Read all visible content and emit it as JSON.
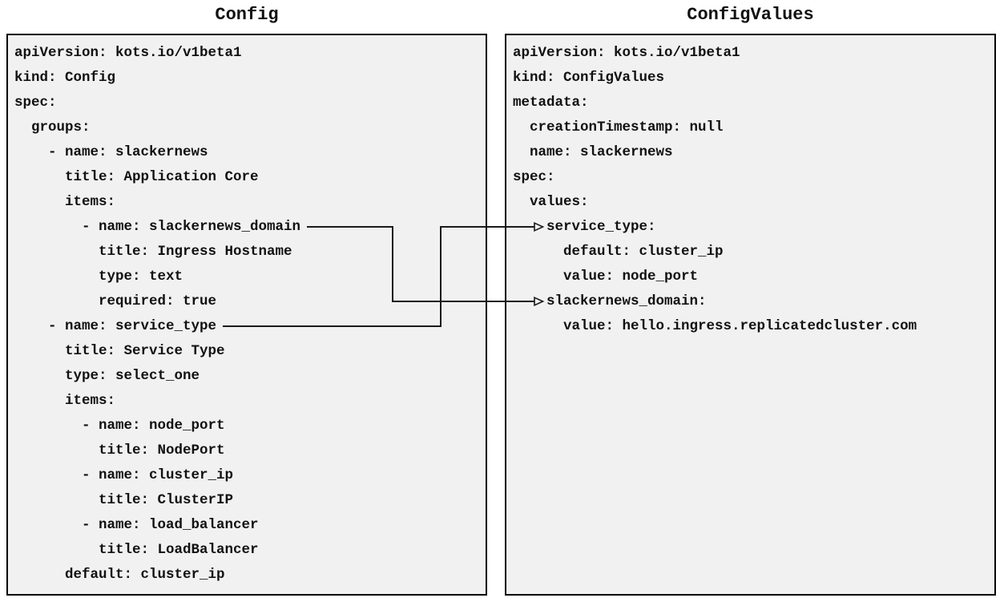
{
  "diagram": {
    "colors": {
      "panel_background": "#f1f1f2",
      "panel_border": "#000000",
      "text": "#111111",
      "connector_line": "#1a1a1a"
    },
    "config_panel": {
      "title": "Config",
      "lines": [
        "apiVersion: kots.io/v1beta1",
        "kind: Config",
        "spec:",
        "  groups:",
        "    - name: slackernews",
        "      title: Application Core",
        "      items:",
        "        - name: slackernews_domain",
        "          title: Ingress Hostname",
        "          type: text",
        "          required: true",
        "    - name: service_type",
        "      title: Service Type",
        "      type: select_one",
        "      items:",
        "        - name: node_port",
        "          title: NodePort",
        "        - name: cluster_ip",
        "          title: ClusterIP",
        "        - name: load_balancer",
        "          title: LoadBalancer",
        "      default: cluster_ip"
      ]
    },
    "config_values_panel": {
      "title": "ConfigValues",
      "lines": [
        "apiVersion: kots.io/v1beta1",
        "kind: ConfigValues",
        "metadata:",
        "  creationTimestamp: null",
        "  name: slackernews",
        "spec:",
        "  values:",
        "    service_type:",
        "      default: cluster_ip",
        "      value: node_port",
        "    slackernews_domain:",
        "      value: hello.ingress.replicatedcluster.com"
      ]
    },
    "connectors": [
      {
        "from": "Config item slackernews_domain",
        "to": "ConfigValues key slackernews_domain"
      },
      {
        "from": "Config item service_type",
        "to": "ConfigValues key service_type"
      }
    ]
  }
}
